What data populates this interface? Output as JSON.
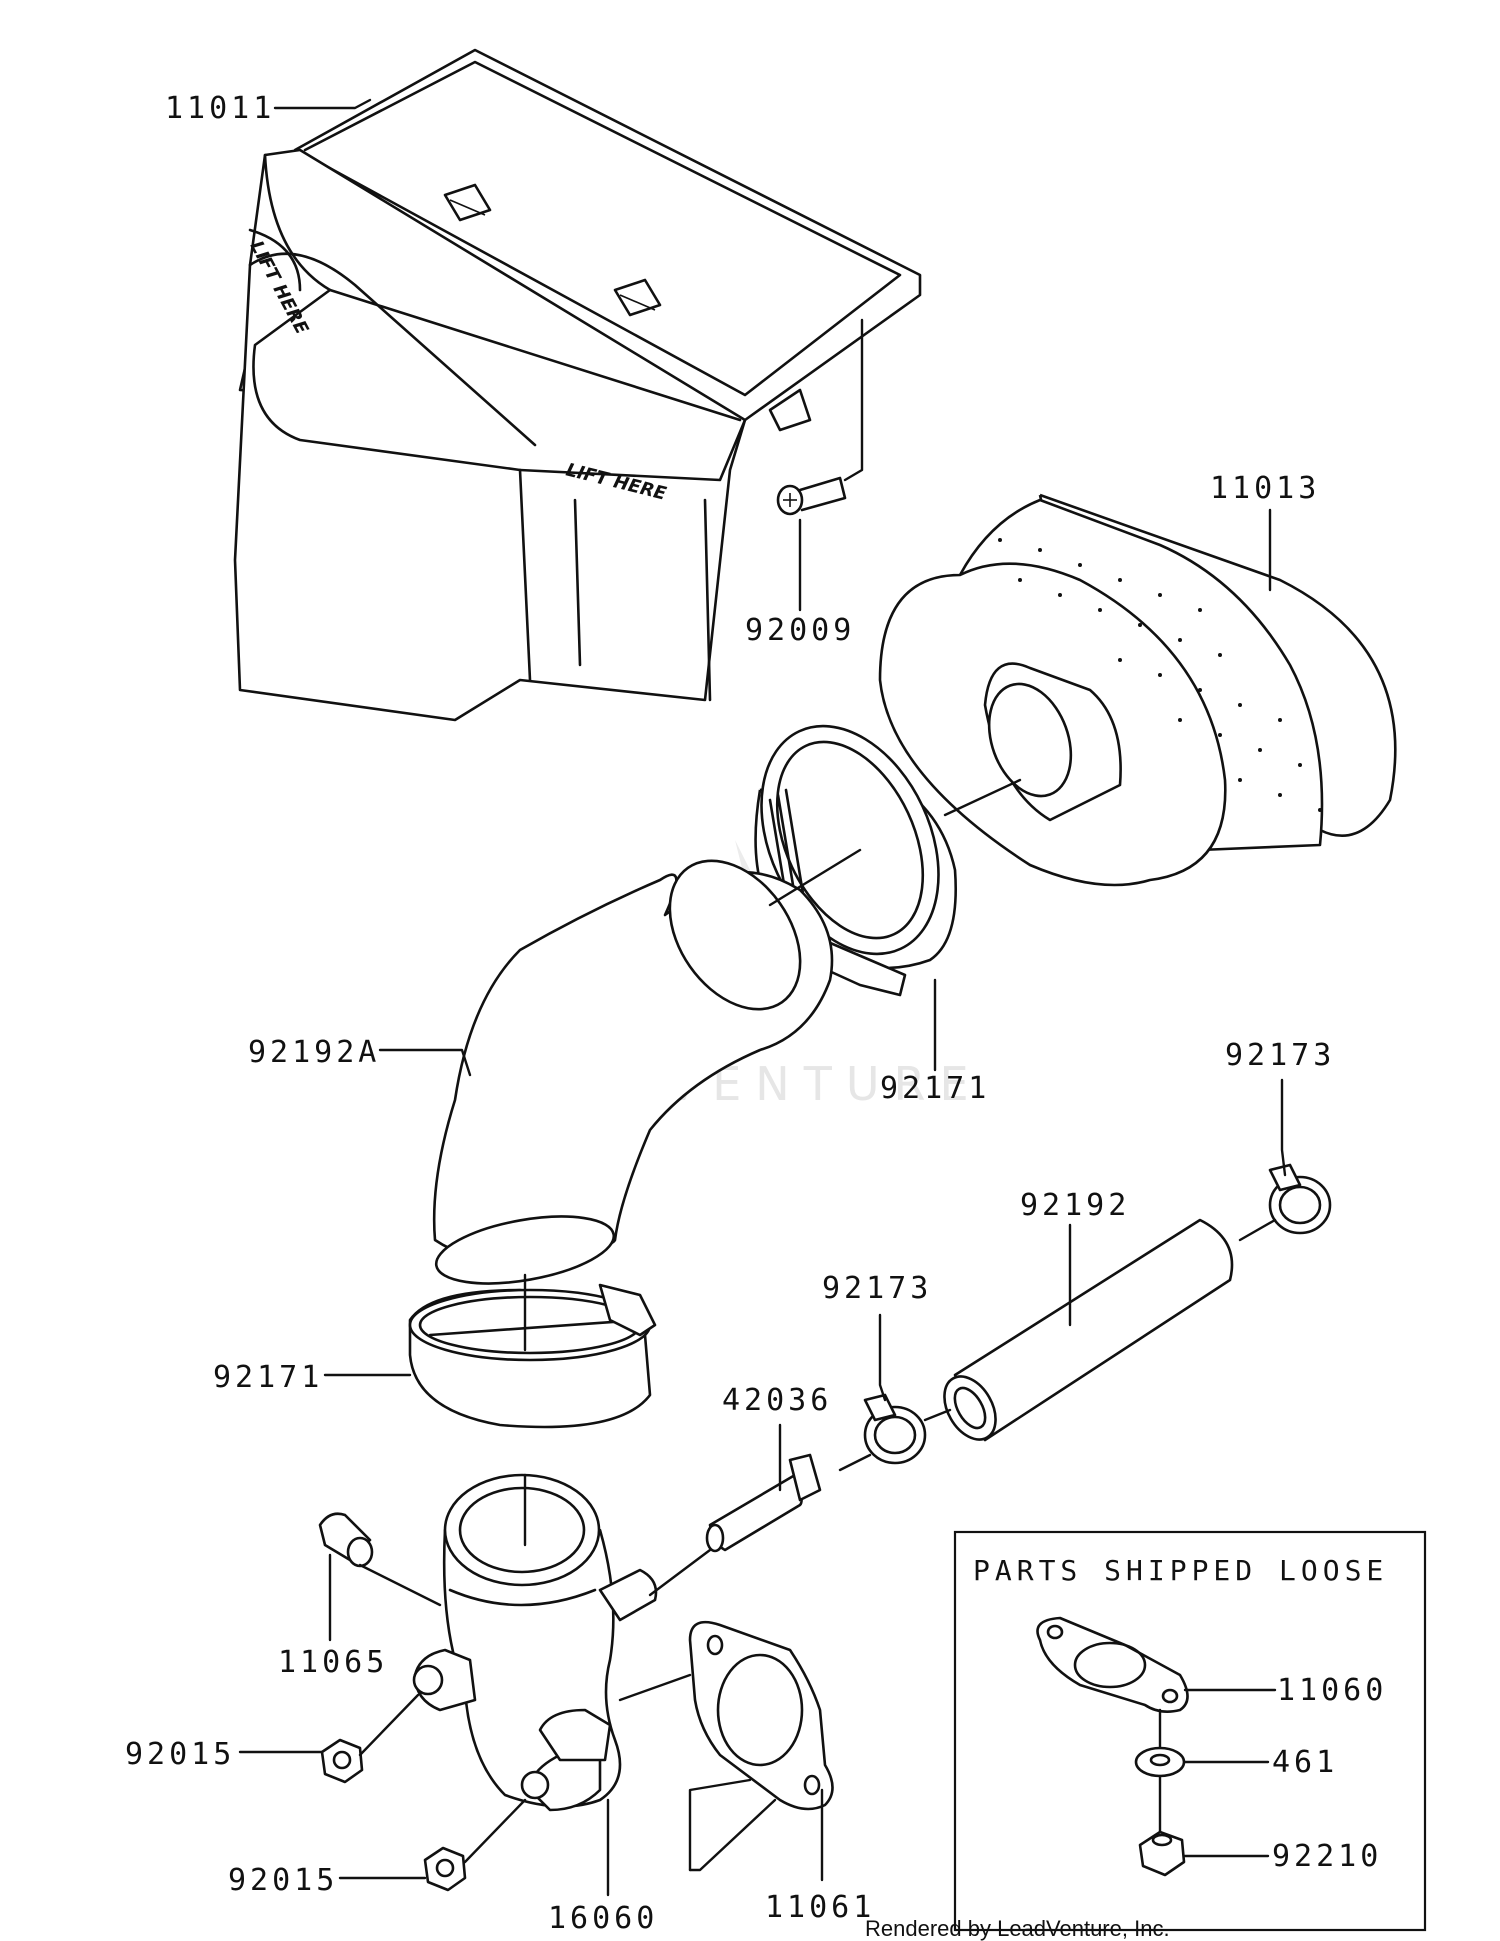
{
  "watermark": "LEADVENTURE",
  "footer_credit": "Rendered by LeadVenture, Inc.",
  "stencils": {
    "lift_left": "LIFT HERE",
    "lift_front": "LIFT HERE"
  },
  "parts_box": {
    "title": "PARTS SHIPPED LOOSE"
  },
  "callouts": {
    "c11011": "11011",
    "c11013": "11013",
    "c92009": "92009",
    "c92171_upper": "92171",
    "c92192A": "92192A",
    "c92173_right": "92173",
    "c92192": "92192",
    "c92173_mid": "92173",
    "c92171_lower": "92171",
    "c42036": "42036",
    "c11065": "11065",
    "c92015_upper": "92015",
    "c92015_lower": "92015",
    "c16060": "16060",
    "c11061": "11061",
    "c11060": "11060",
    "c461": "461",
    "c92210": "92210"
  }
}
